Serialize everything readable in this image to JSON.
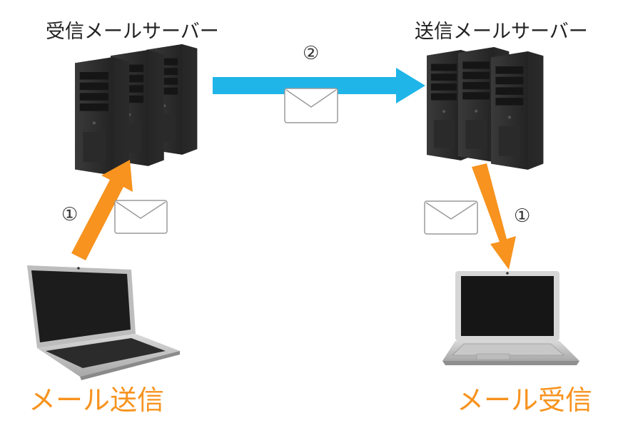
{
  "servers": {
    "receiving_label": "受信メールサーバー",
    "sending_label": "送信メールサーバー"
  },
  "steps": {
    "left_upload": "①",
    "server_transfer": "②",
    "right_download": "①"
  },
  "captions": {
    "send": "メール送信",
    "receive": "メール受信"
  },
  "colors": {
    "orange_arrow": "#f7931e",
    "blue_arrow": "#1fb5e8",
    "envelope_stroke": "#9a9a9a",
    "server_body": "#2e2e2e",
    "caption": "#f7931e"
  },
  "icons": [
    "server-icon",
    "laptop-icon",
    "envelope-icon",
    "arrow-icon"
  ]
}
